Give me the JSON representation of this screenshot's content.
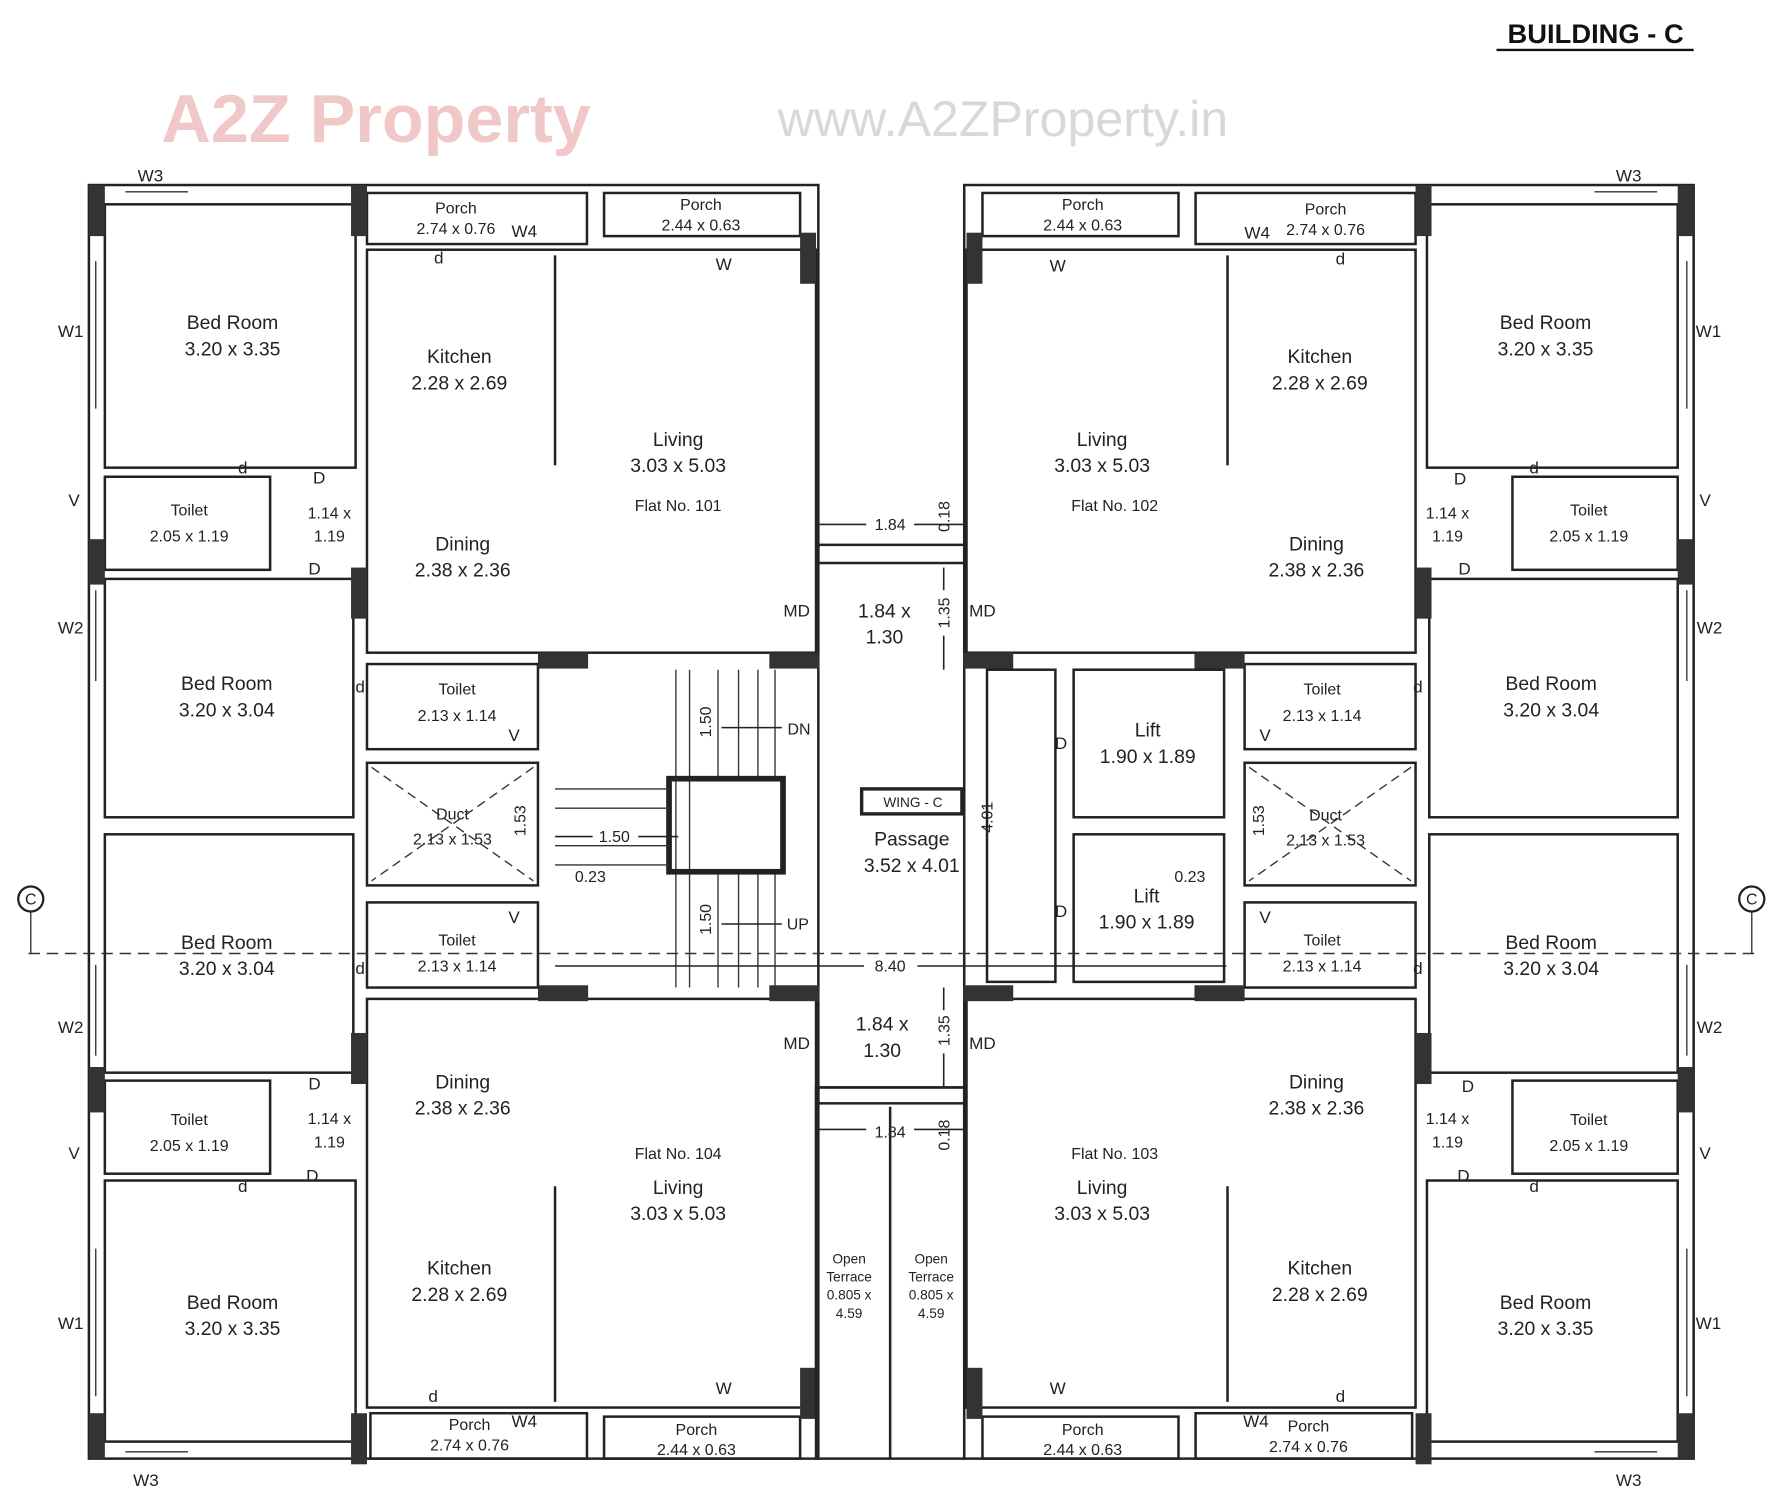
{
  "title": "BUILDING - C",
  "wing_label": "WING - C",
  "grid_marker": "C",
  "watermark_url": "www.A2ZProperty.in",
  "watermark_logo": "A2Z Property",
  "colors": {
    "lines": "#222222",
    "background": "#ffffff",
    "watermark": "#d8d8d8"
  },
  "tags": {
    "w1": "W1",
    "w2": "W2",
    "w3": "W3",
    "w4": "W4",
    "w": "W",
    "v": "V",
    "door": "D",
    "door_small": "d",
    "main_door": "MD"
  },
  "flats": [
    {
      "flat_no": "Flat No. 101",
      "bed_room_a": {
        "name": "Bed Room",
        "dim": "3.20 x 3.35"
      },
      "kitchen": {
        "name": "Kitchen",
        "dim": "2.28 x 2.69"
      },
      "living": {
        "name": "Living",
        "dim": "3.03 x 5.03"
      },
      "dining": {
        "name": "Dining",
        "dim": "2.38 x 2.36"
      },
      "toilet_a": {
        "name": "Toilet",
        "dim": "2.05 x 1.19"
      },
      "lobby": {
        "dim_1": "1.14 x",
        "dim_2": "1.19"
      },
      "bed_room_b": {
        "name": "Bed Room",
        "dim": "3.20 x 3.04"
      },
      "toilet_b": {
        "name": "Toilet",
        "dim": "2.13 x 1.14"
      },
      "porch_a": {
        "name": "Porch",
        "dim": "2.74 x 0.76"
      },
      "porch_b": {
        "name": "Porch",
        "dim": "2.44 x 0.63"
      }
    },
    {
      "flat_no": "Flat No. 102",
      "bed_room_a": {
        "name": "Bed Room",
        "dim": "3.20 x 3.35"
      },
      "kitchen": {
        "name": "Kitchen",
        "dim": "2.28 x 2.69"
      },
      "living": {
        "name": "Living",
        "dim": "3.03 x 5.03"
      },
      "dining": {
        "name": "Dining",
        "dim": "2.38 x 2.36"
      },
      "toilet_a": {
        "name": "Toilet",
        "dim": "2.05 x 1.19"
      },
      "lobby": {
        "dim_1": "1.14 x",
        "dim_2": "1.19"
      },
      "bed_room_b": {
        "name": "Bed Room",
        "dim": "3.20 x 3.04"
      },
      "toilet_b": {
        "name": "Toilet",
        "dim": "2.13 x 1.14"
      },
      "porch_a": {
        "name": "Porch",
        "dim": "2.74 x 0.76"
      },
      "porch_b": {
        "name": "Porch",
        "dim": "2.44 x 0.63"
      }
    },
    {
      "flat_no": "Flat No. 103",
      "bed_room_a": {
        "name": "Bed Room",
        "dim": "3.20 x 3.35"
      },
      "kitchen": {
        "name": "Kitchen",
        "dim": "2.28 x 2.69"
      },
      "living": {
        "name": "Living",
        "dim": "3.03 x 5.03"
      },
      "dining": {
        "name": "Dining",
        "dim": "2.38 x 2.36"
      },
      "toilet_a": {
        "name": "Toilet",
        "dim": "2.05 x 1.19"
      },
      "lobby": {
        "dim_1": "1.14 x",
        "dim_2": "1.19"
      },
      "bed_room_b": {
        "name": "Bed Room",
        "dim": "3.20 x 3.04"
      },
      "toilet_b": {
        "name": "Toilet",
        "dim": "2.13 x 1.14"
      },
      "porch_a": {
        "name": "Porch",
        "dim": "2.74 x 0.76"
      },
      "porch_b": {
        "name": "Porch",
        "dim": "2.44 x 0.63"
      }
    },
    {
      "flat_no": "Flat No. 104",
      "bed_room_a": {
        "name": "Bed Room",
        "dim": "3.20 x 3.35"
      },
      "kitchen": {
        "name": "Kitchen",
        "dim": "2.28 x 2.69"
      },
      "living": {
        "name": "Living",
        "dim": "3.03 x 5.03"
      },
      "dining": {
        "name": "Dining",
        "dim": "2.38 x 2.36"
      },
      "toilet_a": {
        "name": "Toilet",
        "dim": "2.05 x 1.19"
      },
      "lobby": {
        "dim_1": "1.14 x",
        "dim_2": "1.19"
      },
      "bed_room_b": {
        "name": "Bed Room",
        "dim": "3.20 x 3.04"
      },
      "toilet_b": {
        "name": "Toilet",
        "dim": "2.13 x 1.14"
      },
      "porch_a": {
        "name": "Porch",
        "dim": "2.74 x 0.76"
      },
      "porch_b": {
        "name": "Porch",
        "dim": "2.44 x 0.63"
      }
    }
  ],
  "common": {
    "duct": {
      "name": "Duct",
      "dim": "2.13 x 1.53"
    },
    "lift": {
      "name": "Lift",
      "dim": "1.90 x 1.89"
    },
    "passage": {
      "name": "Passage",
      "dim": "3.52 x 4.01"
    },
    "lobby": {
      "dim_1": "1.84 x",
      "dim_2": "1.30"
    },
    "open_terrace": {
      "line_1": "Open",
      "line_2": "Terrace",
      "dim_1": "0.805 x",
      "dim_2": "4.59"
    },
    "stair": {
      "dn": "DN",
      "up": "UP"
    }
  },
  "dimensions": {
    "d184": "1.84",
    "d018": "0.18",
    "d135": "1.35",
    "d150": "1.50",
    "d153": "1.53",
    "d023": "0.23",
    "d840": "8.40",
    "d401": "4.01"
  }
}
